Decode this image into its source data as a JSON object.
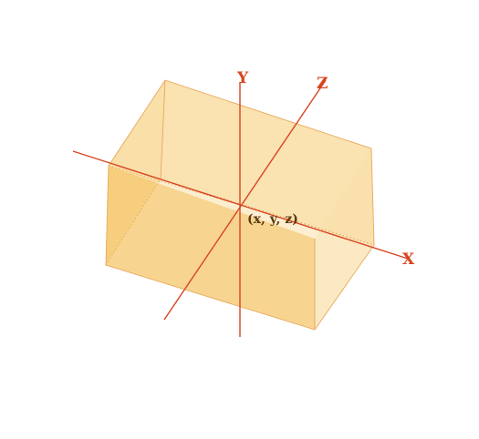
{
  "labels": {
    "x_axis": "X",
    "y_axis": "Y",
    "z_axis": "Z",
    "point": "(x, y, z)"
  },
  "colors": {
    "axis": "#d9441f",
    "box_front": "#f5ca76",
    "box_back": "#f9dfa9",
    "box_left": "#f7d38a",
    "box_top": "#fae2b0",
    "edge": "#e8a85a",
    "point_label": "#5c3a10"
  }
}
